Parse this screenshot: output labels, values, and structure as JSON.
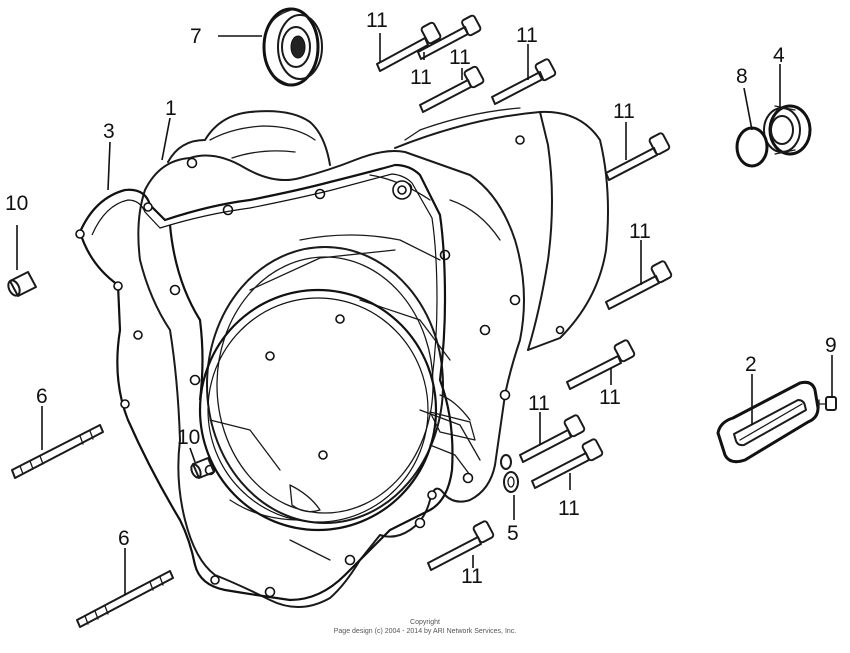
{
  "labels": {
    "p1": "1",
    "p2": "2",
    "p3": "3",
    "p4": "4",
    "p5": "5",
    "p6a": "6",
    "p6b": "6",
    "p7": "7",
    "p8": "8",
    "p9": "9",
    "p10a": "10",
    "p10b": "10",
    "p11a": "11",
    "p11b": "11",
    "p11c": "11",
    "p11d": "11",
    "p11e": "11",
    "p11f": "11",
    "p11g": "11",
    "p11h": "11",
    "p11i": "11",
    "p11j": "11"
  },
  "copyright": {
    "line1": "Copyright",
    "line2": "Page design (c) 2004 - 2014 by ARI Network Services, Inc."
  }
}
